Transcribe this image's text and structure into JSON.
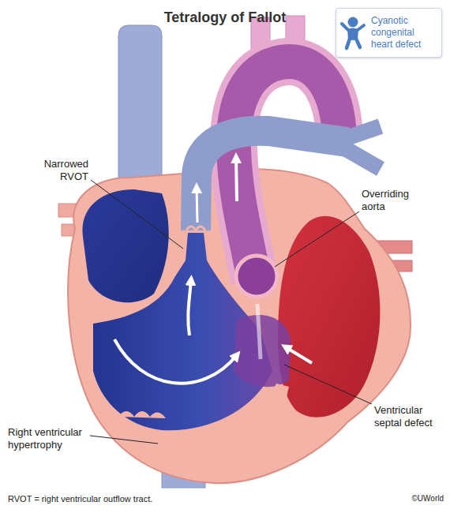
{
  "diagram": {
    "title": "Tetralogy of Fallot",
    "caption": "RVOT = right ventricular outflow tract.",
    "nodes": [
      {
        "text": [
          "Cyanotic congenital heart defect"
        ]
      }
    ],
    "labels": [
      "Narrowed RVOT",
      "Overriding aorta",
      "Ventricular septal defect",
      "Right ventricular hypertrophy",
      "©UWorld"
    ]
  }
}
